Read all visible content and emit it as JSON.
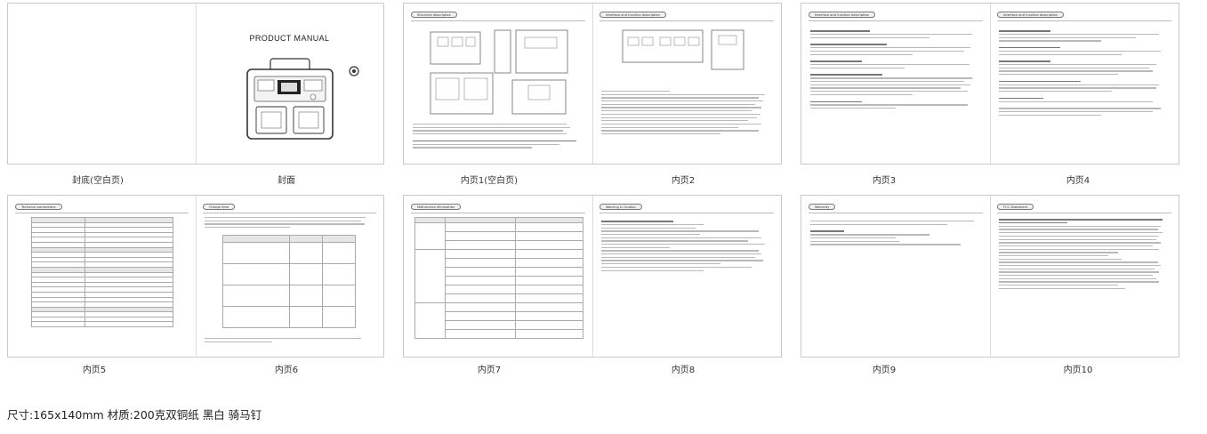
{
  "product_manual_title": "PRODUCT MANUAL",
  "spreads": [
    {
      "left": {
        "caption": "封底(空白页)"
      },
      "right": {
        "caption": "封面"
      }
    },
    {
      "left": {
        "caption": "内页1(空白页)",
        "tag": "Structure description"
      },
      "right": {
        "caption": "内页2",
        "tag": "Interface and function description"
      }
    },
    {
      "left": {
        "caption": "内页3",
        "tag": "Interface and function description"
      },
      "right": {
        "caption": "内页4",
        "tag": "Interface and function description"
      }
    },
    {
      "left": {
        "caption": "内页5",
        "tag": "Technical parameters"
      },
      "right": {
        "caption": "内页6",
        "tag": "Charge time"
      }
    },
    {
      "left": {
        "caption": "内页7",
        "tag": "Malfunction elimination"
      },
      "right": {
        "caption": "内页8",
        "tag": "Warning & Caution"
      }
    },
    {
      "left": {
        "caption": "内页9",
        "tag": "Warranty"
      },
      "right": {
        "caption": "内页10",
        "tag": "FCC Statement"
      }
    }
  ],
  "footer": "尺寸:165x140mm   材质:200克双铜纸  黑白 骑马钉"
}
